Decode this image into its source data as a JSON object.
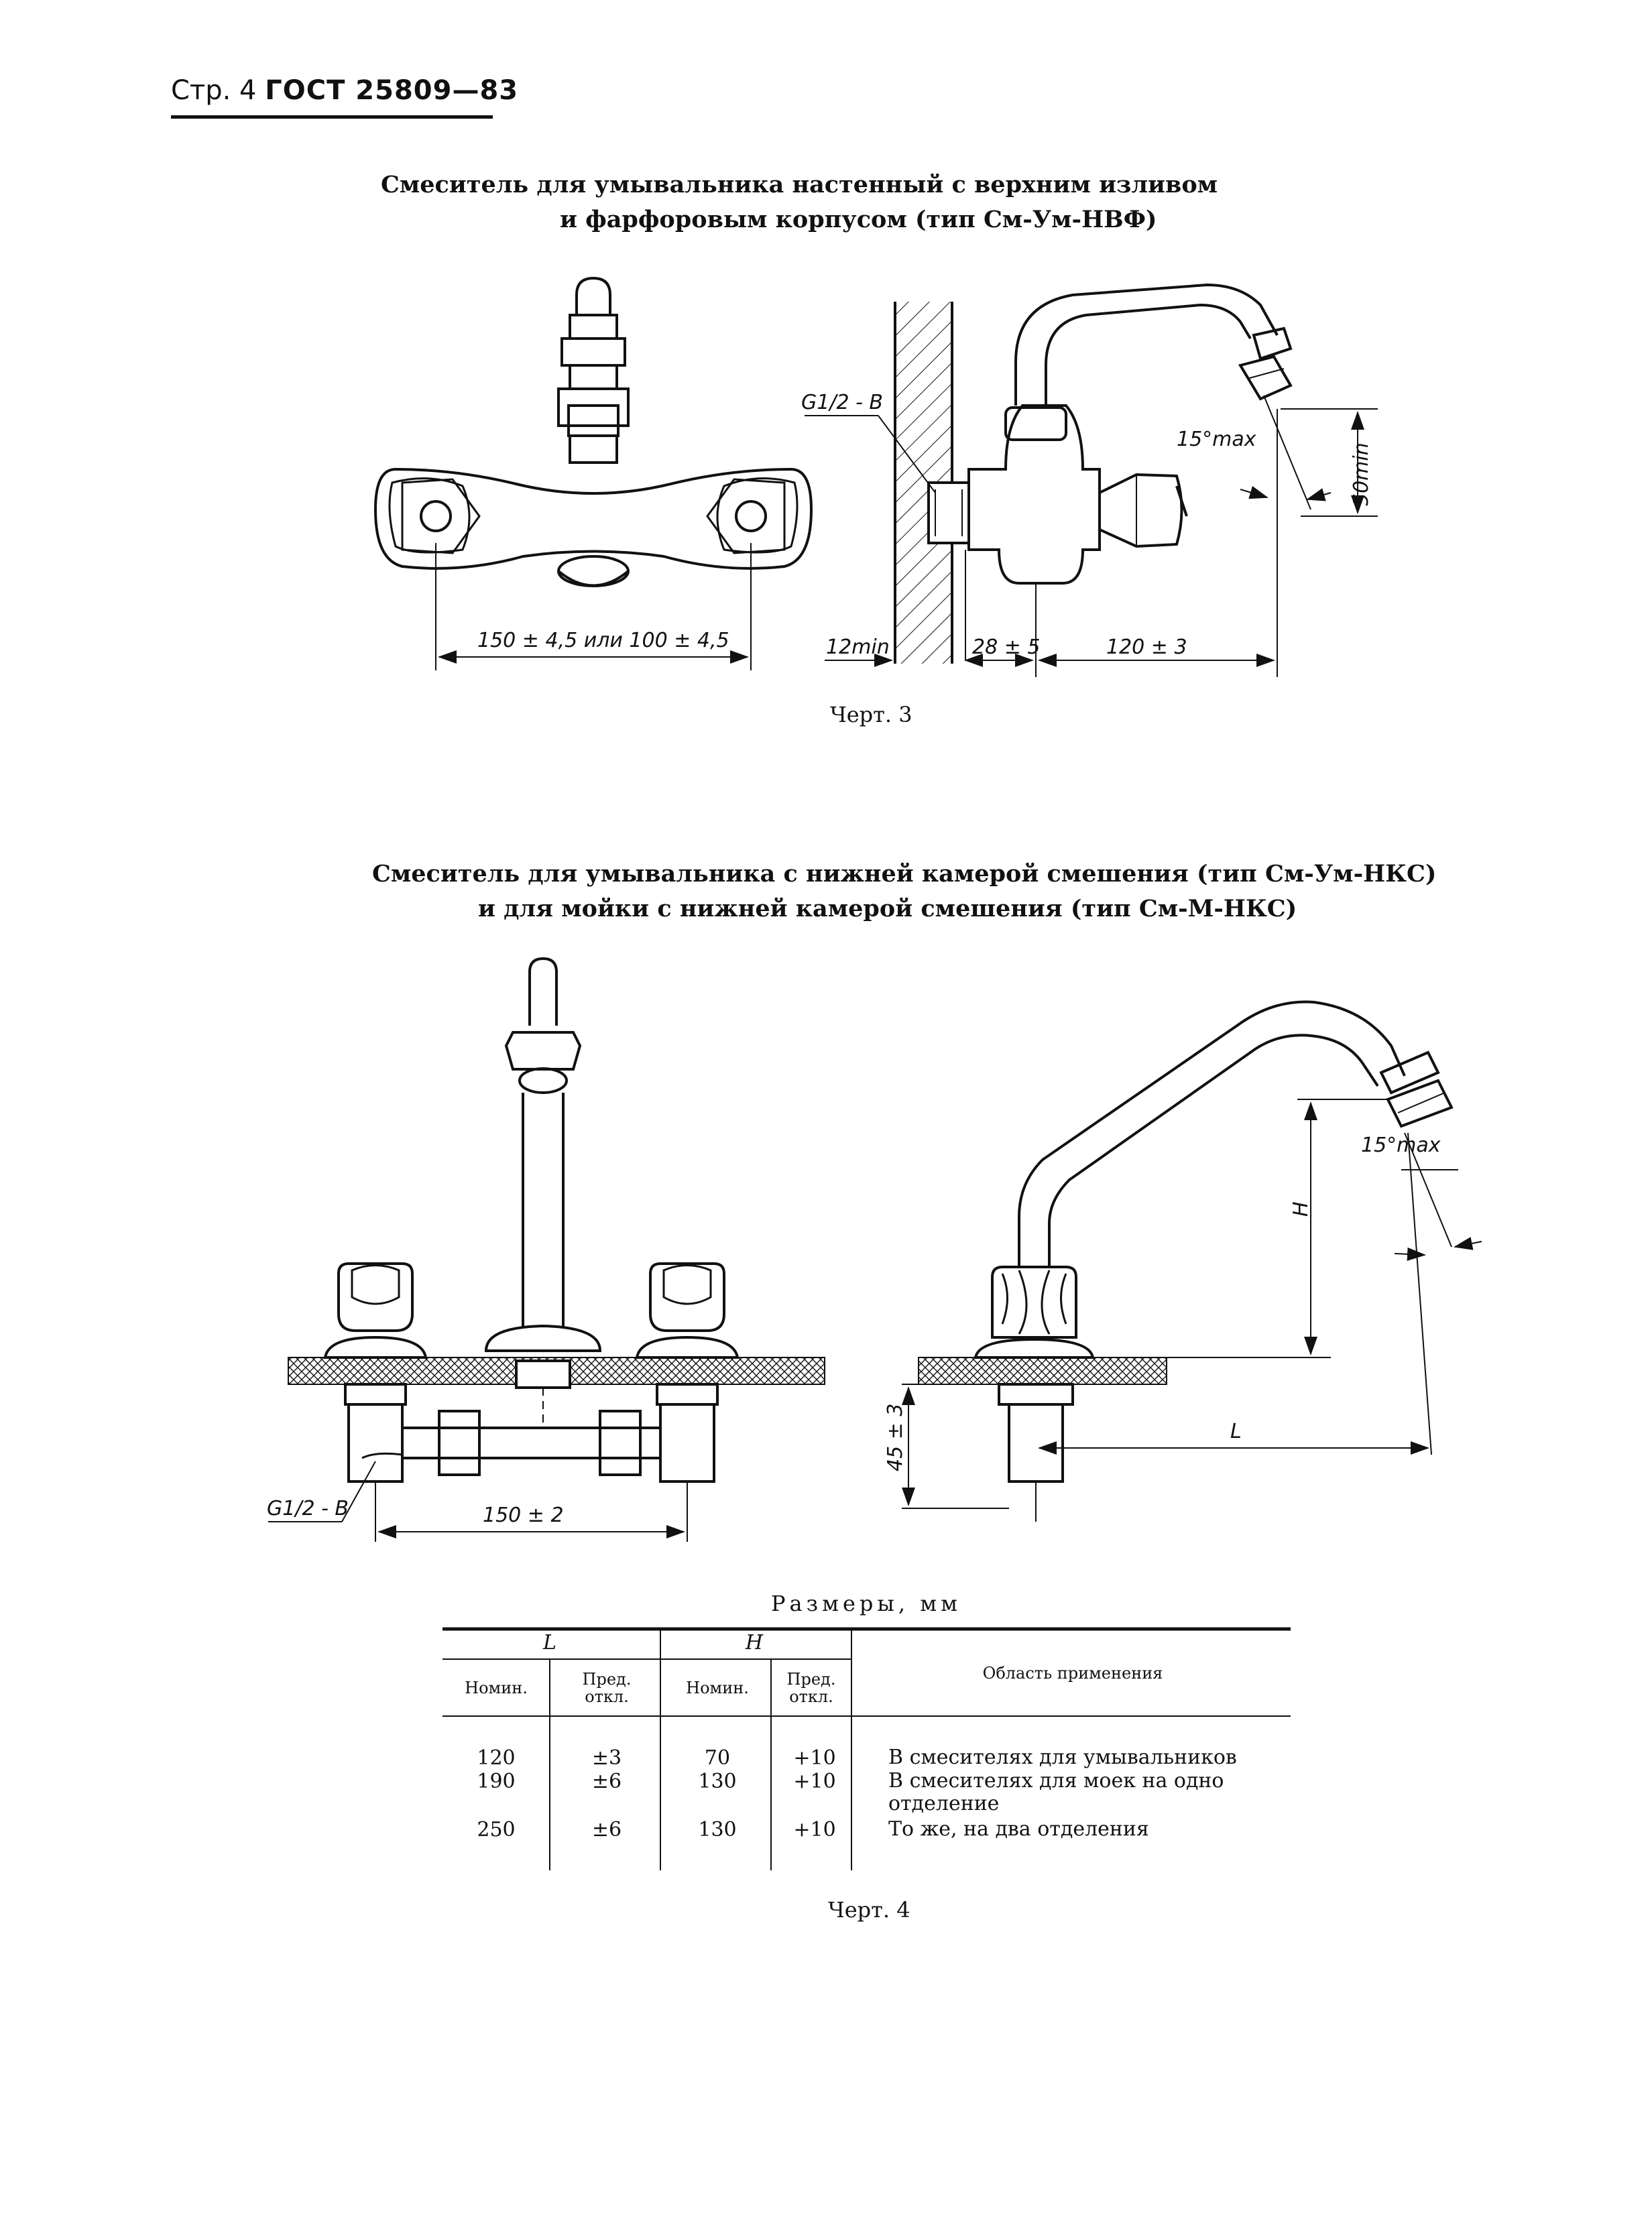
{
  "header": {
    "page_prefix": "Стр. 4",
    "standard": "ГОСТ 25809—83"
  },
  "figure3": {
    "caption_line1": "Смеситель для умывальника  настенный с верхним изливом",
    "caption_line2": "и фарфоровым корпусом (тип См-Ум-НВФ)",
    "dims": {
      "width": "150 ± 4,5  или  100 ± 4,5",
      "thread": "G1/2 - B",
      "angle": "15°max",
      "height": "50min",
      "wall": "12min",
      "depth": "28 ± 5",
      "reach": "120 ± 3"
    },
    "label": "Черт. 3"
  },
  "figure4": {
    "caption_line1": "Смеситель для умывальника с нижней  камерой смешения  (тип  См-Ум-НКС)",
    "caption_line2": "и для мойки с нижней камерой смешения  (тип См-М-НКС)",
    "dims": {
      "thread": "G1/2 - B",
      "spacing": "150 ± 2",
      "height_var": "H",
      "angle": "15°max",
      "base": "45 ± 3",
      "length_var": "L"
    },
    "label": "Черт. 4"
  },
  "table": {
    "title": "Размеры, мм",
    "group_L": "L",
    "group_H": "H",
    "col_nominal": "Номин.",
    "col_tolerance": "Пред. откл.",
    "col_application": "Область применения",
    "rows": [
      {
        "L_nom": "120",
        "L_tol": "±3",
        "H_nom": "70",
        "H_tol": "+10",
        "application": "В смесителях для умывальников"
      },
      {
        "L_nom": "190",
        "L_tol": "±6",
        "H_nom": "130",
        "H_tol": "+10",
        "application": "В смесителях для моек на одно отделение"
      },
      {
        "L_nom": "250",
        "L_tol": "±6",
        "H_nom": "130",
        "H_tol": "+10",
        "application": "То же, на два отделения"
      }
    ]
  }
}
